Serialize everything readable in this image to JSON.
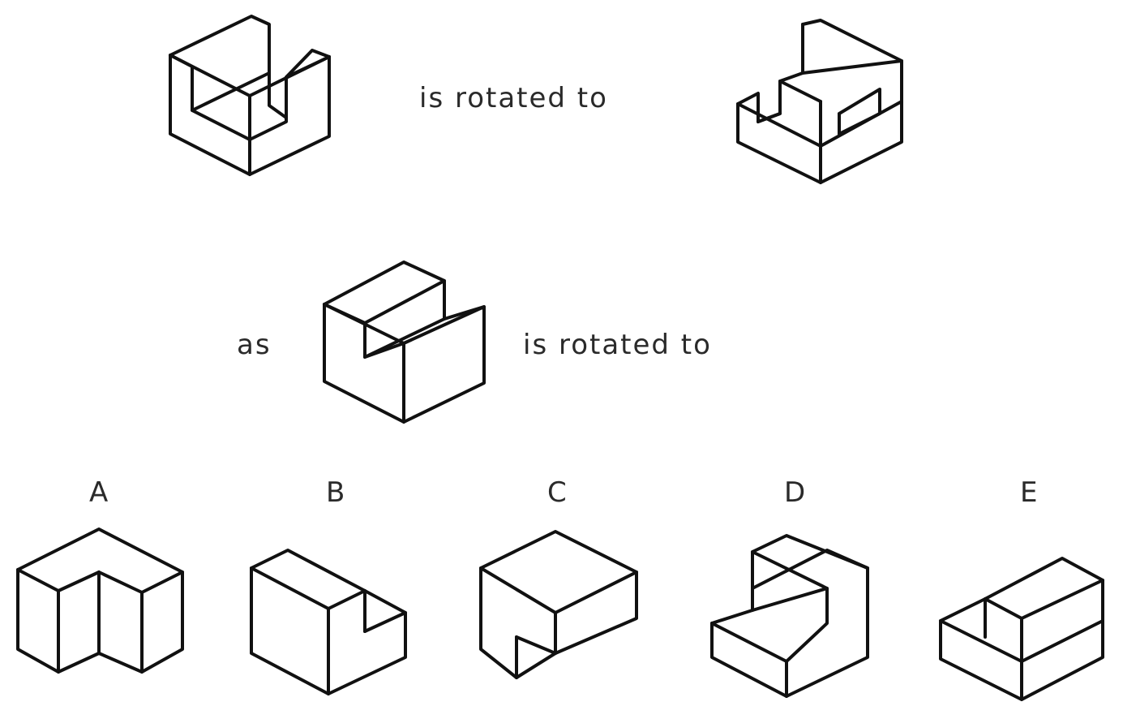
{
  "question": {
    "row1_phrase": "is rotated to",
    "row2_prefix": "as",
    "row2_phrase": "is rotated to"
  },
  "options": [
    {
      "letter": "A",
      "figure": "l-shaped-block"
    },
    {
      "letter": "B",
      "figure": "notched-block"
    },
    {
      "letter": "C",
      "figure": "notched-block"
    },
    {
      "letter": "D",
      "figure": "stepped-block"
    },
    {
      "letter": "E",
      "figure": "notched-block"
    }
  ],
  "figures": {
    "source_1": "u-shaped-block",
    "target_1": "u-shaped-block-rotated",
    "source_2": "stepped-block"
  },
  "colors": {
    "line": "#111111",
    "text": "#2a2a2a",
    "background": "#ffffff"
  }
}
